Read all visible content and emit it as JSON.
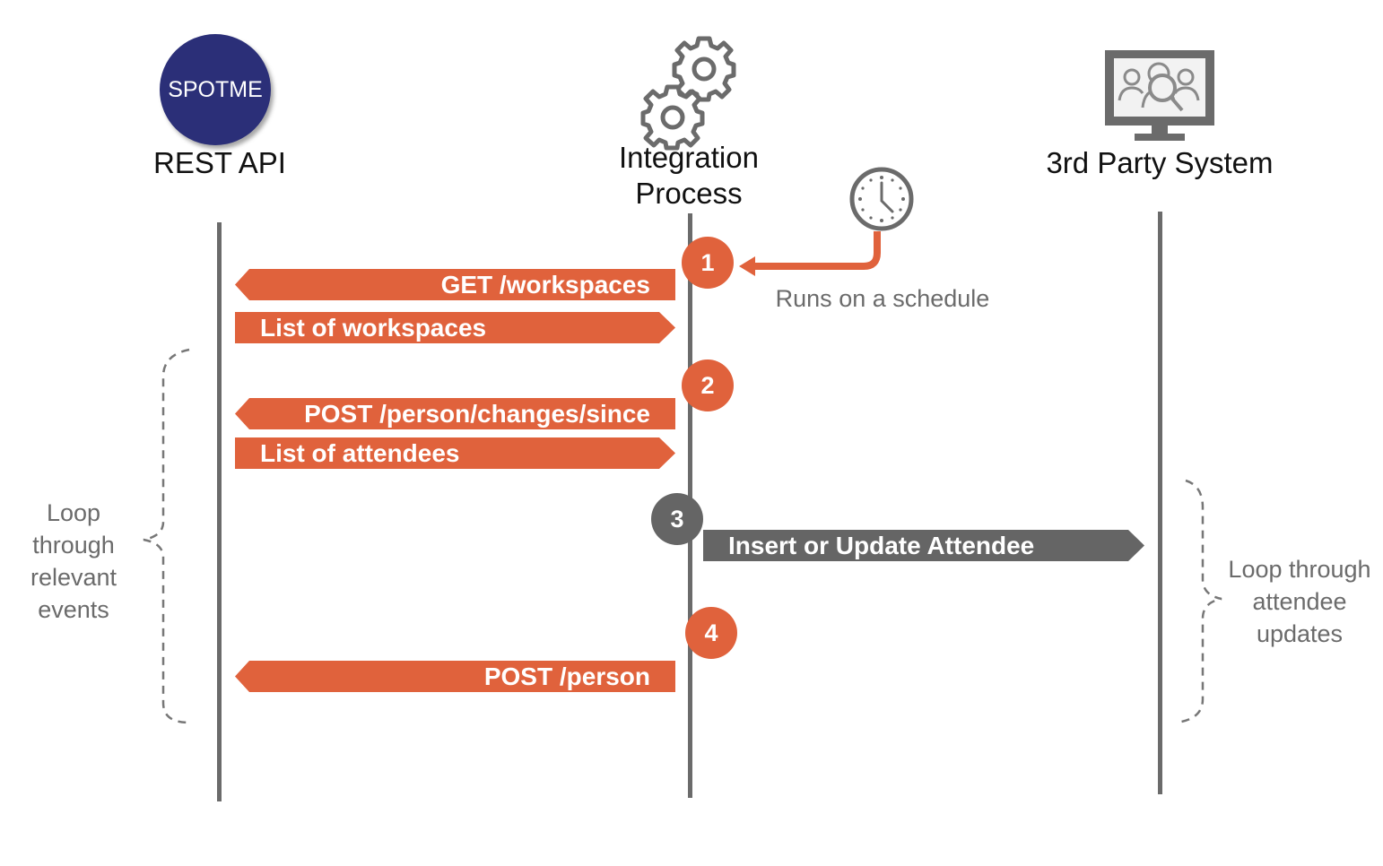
{
  "participants": {
    "spotme_logo": "SPOTME",
    "rest_api": "REST API",
    "integration_line1": "Integration",
    "integration_line2": "Process",
    "third_party": "3rd Party System"
  },
  "schedule": {
    "label": "Runs on a schedule"
  },
  "steps": {
    "s1": "1",
    "s2": "2",
    "s3": "3",
    "s4": "4"
  },
  "messages": {
    "get_workspaces": "GET /workspaces",
    "list_workspaces": "List of workspaces",
    "post_changes": "POST /person/changes/since",
    "list_attendees": "List of attendees",
    "insert_update": "Insert or Update Attendee",
    "post_person": "POST /person"
  },
  "loops": {
    "left": [
      "Loop",
      "through",
      "relevant",
      "events"
    ],
    "right": [
      "Loop through",
      "attendee",
      "updates"
    ]
  },
  "colors": {
    "accent_orange": "#e0623c",
    "grey": "#656565",
    "logo_navy": "#2b2f78"
  }
}
